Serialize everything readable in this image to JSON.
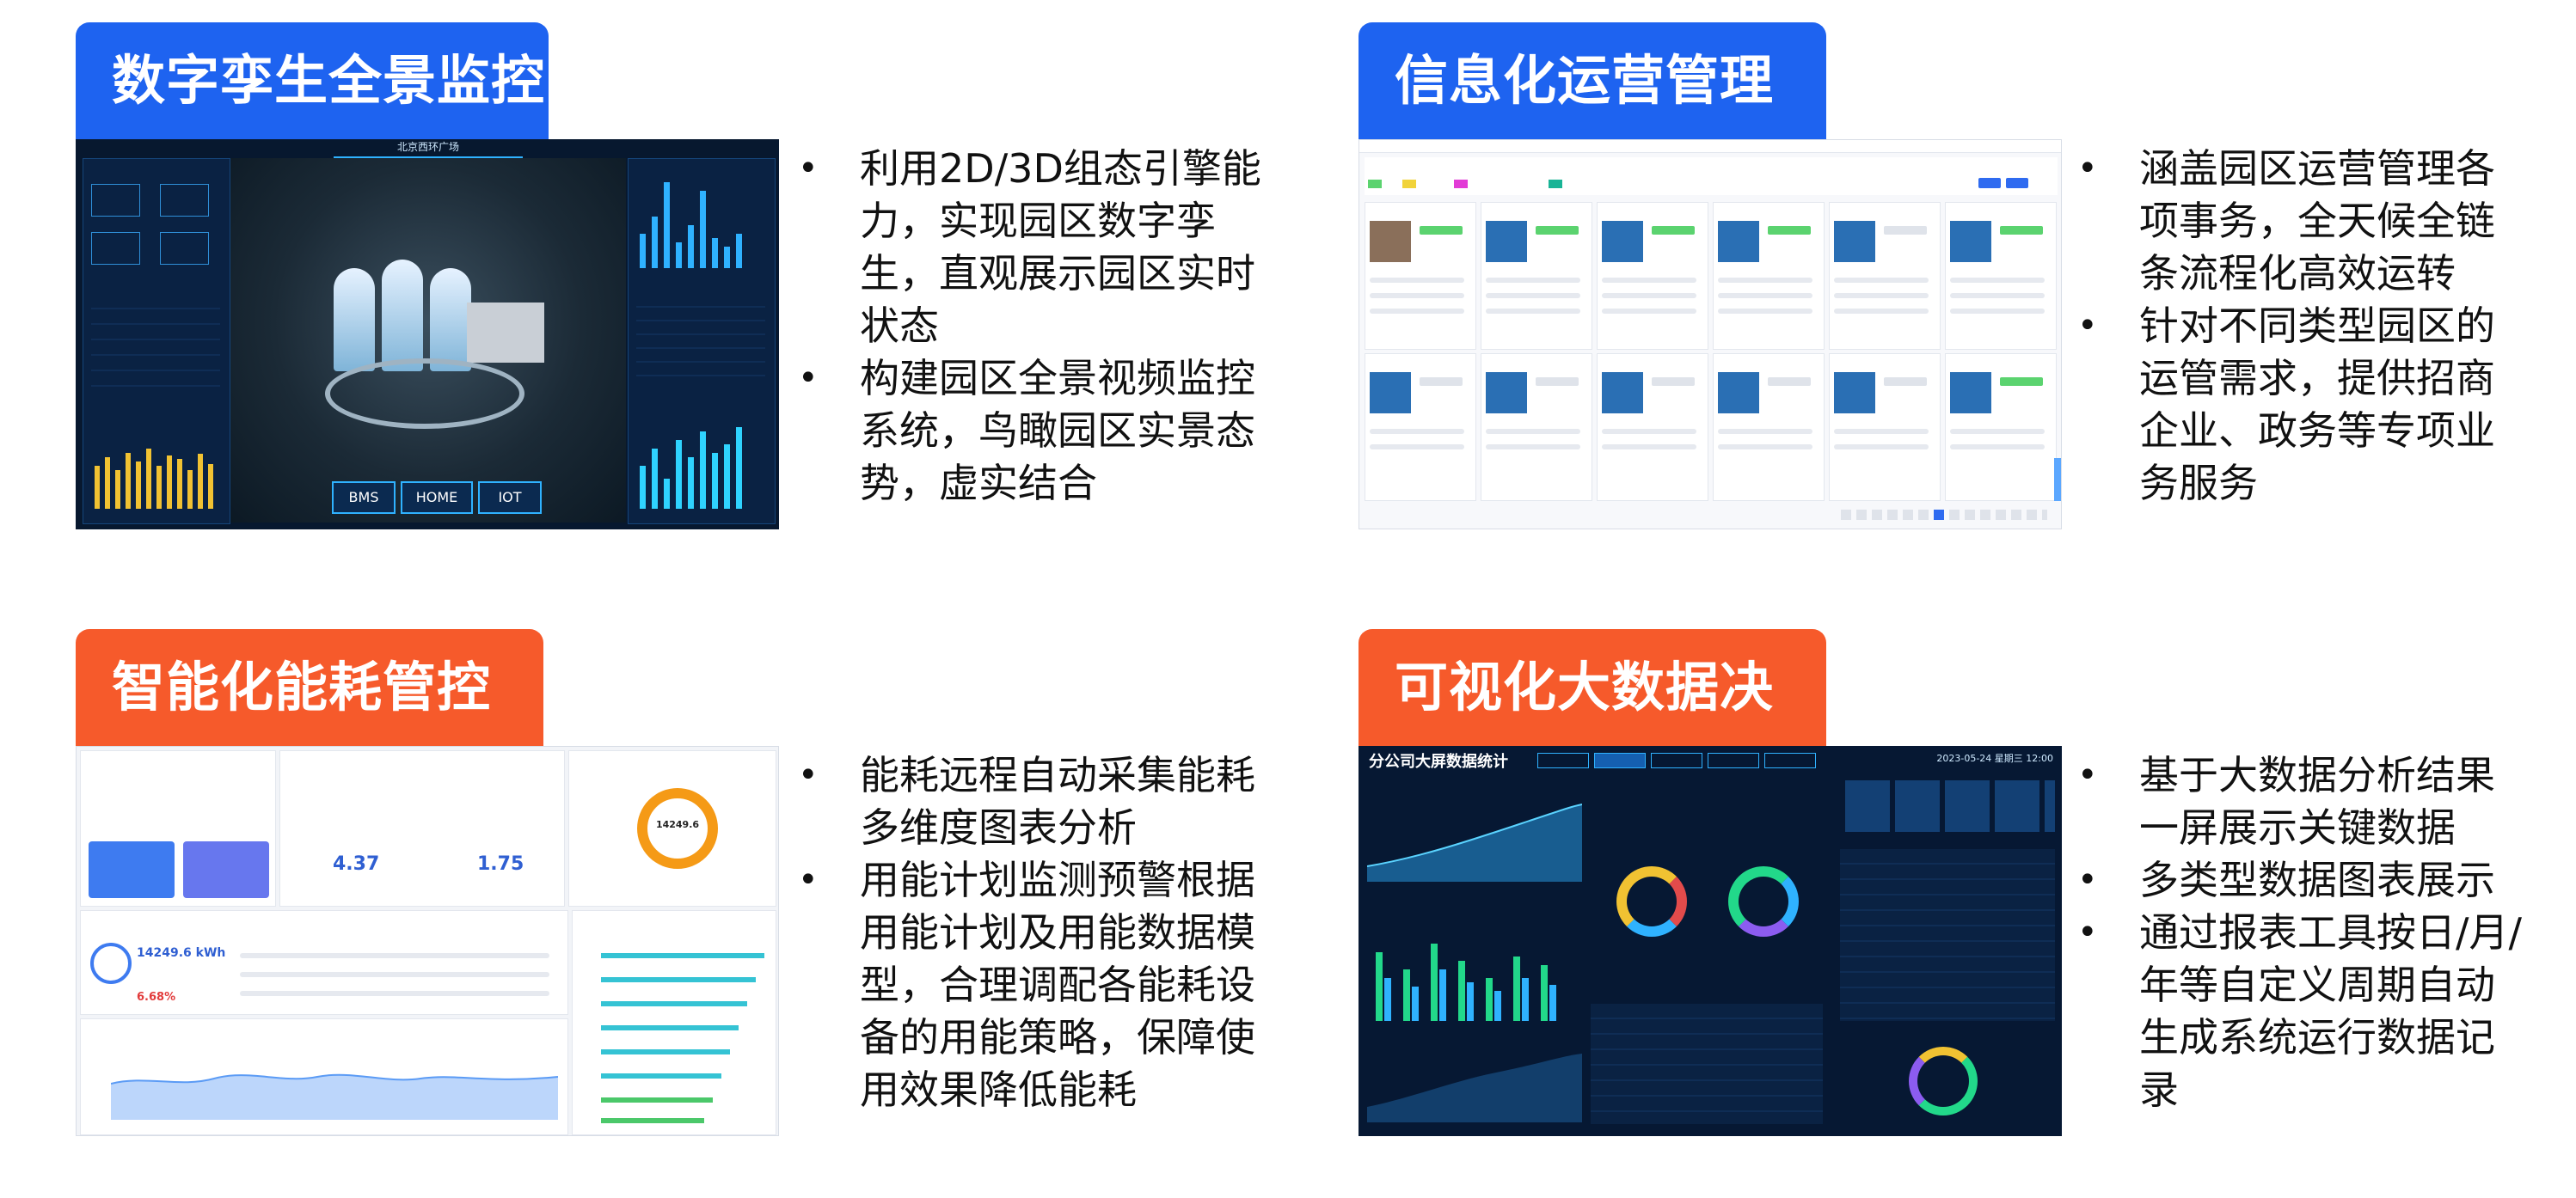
{
  "quadrants": [
    {
      "title": "数字孪生全景监控",
      "bullets": [
        "利用2D/3D组态引擎能力，实现园区数字孪生，直观展示园区实时状态",
        "构建园区全景视频监控系统，鸟瞰园区实景态势，虚实结合"
      ],
      "screenshot": {
        "header": "北京西环广场",
        "buttons": [
          "BMS",
          "HOME",
          "IOT"
        ]
      }
    },
    {
      "title": "信息化运营管理",
      "bullets": [
        "涵盖园区运营管理各项事务，全天候全链条流程化高效运转",
        "针对不同类型园区的运管需求，提供招商企业、政务等专项业务服务"
      ]
    },
    {
      "title": "智能化能耗管控",
      "bullets": [
        "能耗远程自动采集能耗多维度图表分析",
        "用能计划监测预警根据用能计划及用能数据模型，合理调配各能耗设备的用能策略，保障使用效果降低能耗"
      ],
      "screenshot": {
        "kpi1": "4.37",
        "kpi2": "1.75",
        "ring_value": "14249.6",
        "energy": "14249.6 kWh",
        "percent": "6.68%"
      }
    },
    {
      "title": "可视化大数据决策",
      "bullets": [
        "基于大数据分析结果一屏展示关键数据",
        "多类型数据图表展示",
        "通过报表工具按日/月/年等自定义周期自动生成系统运行数据记录"
      ],
      "screenshot": {
        "header": "分公司大屏数据统计",
        "time": "2023-05-24 星期三 12:00"
      }
    }
  ],
  "colors": {
    "blue_banner": "#1e63f0",
    "red_banner": "#f65a2b"
  }
}
